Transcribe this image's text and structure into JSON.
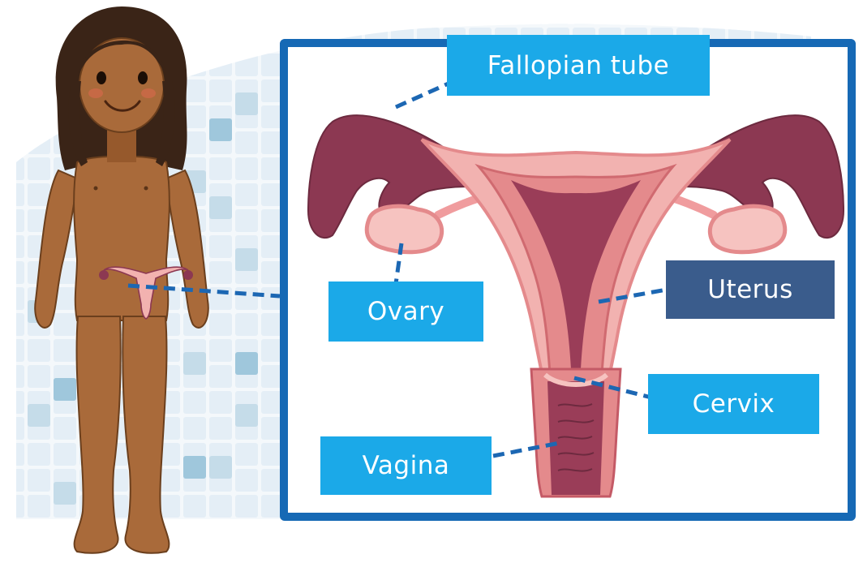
{
  "labels": {
    "fallopian_tube": "Fallopian tube",
    "ovary": "Ovary",
    "uterus": "Uterus",
    "cervix": "Cervix",
    "vagina": "Vagina"
  },
  "colors": {
    "frame_border": "#1669b5",
    "label_light": "#1ba9e8",
    "label_dark": "#3a5c8c",
    "leader_line": "#1c67b3",
    "skin": "#a96a3a",
    "hair": "#3a2417",
    "tissue_dark": "#8c3852",
    "tissue_mid": "#e48a8c",
    "tissue_light": "#f6c3c0"
  }
}
